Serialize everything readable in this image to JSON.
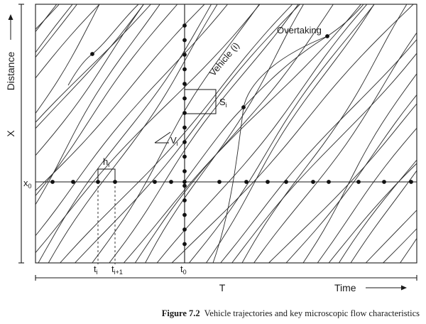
{
  "figure": {
    "caption_label": "Figure 7.2",
    "caption_text": "Vehicle trajectories and key microscopic flow characteristics"
  },
  "axes": {
    "y_title": "Distance",
    "y_var": "X",
    "x_var": "T",
    "x_title": "Time"
  },
  "labels": {
    "overtaking": "Overtaking",
    "vehicle": "Vehicle (i)",
    "spacing_base": "S",
    "spacing_sub": "i",
    "speed_base": "V",
    "speed_sub": "i",
    "headway_base": "h",
    "headway_sub": "i",
    "x0_base": "x",
    "x0_sub": "0",
    "ti_base": "t",
    "ti_sub": "i",
    "ti1_base": "t",
    "ti1_sub": "i+1",
    "t0_base": "t",
    "t0_sub": "0"
  }
}
